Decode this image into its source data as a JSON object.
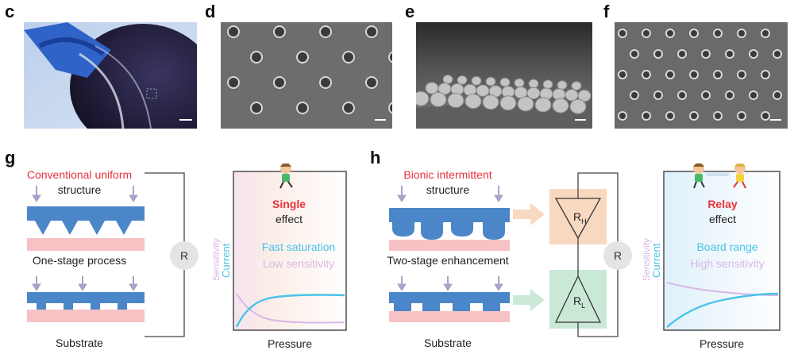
{
  "panels": {
    "c": "c",
    "d": "d",
    "e": "e",
    "f": "f",
    "g": "g",
    "h": "h"
  },
  "g": {
    "title_red": "Conventional uniform",
    "title_black": "structure",
    "process": "One-stage process",
    "substrate": "Substrate",
    "resistor": "R",
    "plot": {
      "effect_red": "Single",
      "effect_black": "effect",
      "legend_current": "Fast saturation",
      "legend_sensitivity": "Low sensitivity",
      "ylabel_current": "Current",
      "ylabel_sensitivity": "Sensitivity",
      "xlabel": "Pressure"
    }
  },
  "h": {
    "title_red": "Bionic intermittent",
    "title_black": "structure",
    "process": "Two-stage enhancement",
    "substrate": "Substrate",
    "resistor": "R",
    "r_high": "R",
    "r_high_sub": "H",
    "r_low": "R",
    "r_low_sub": "L",
    "plot": {
      "effect_red": "Relay",
      "effect_black": "effect",
      "legend_current": "Board range",
      "legend_sensitivity": "High sensitivity",
      "ylabel_current": "Current",
      "ylabel_sensitivity": "Sensitivity",
      "xlabel": "Pressure"
    }
  },
  "colors": {
    "red": "#e8323c",
    "blue": "#4a86c8",
    "pink": "#f7c2c4",
    "current": "#4ac3e8",
    "sensitivity": "#d8b8e6",
    "orange_box": "#f9d8c0",
    "green_box": "#c9e8d6"
  }
}
